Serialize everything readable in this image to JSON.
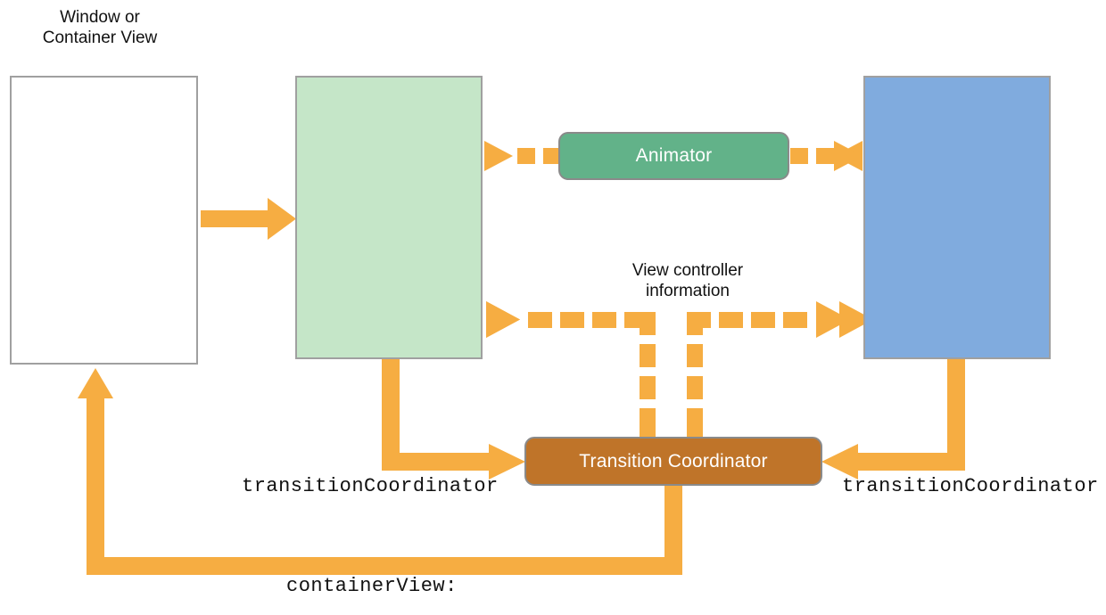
{
  "diagram": {
    "title_hidden": "UIKit view controller transition diagram",
    "background": "#ffffff",
    "colors": {
      "arrow_orange": "#f6ad42",
      "from_vc_green": "#c5e6c8",
      "to_vc_blue": "#80abde",
      "animator_green": "#62b289",
      "coordinator_brown": "#bf7429",
      "box_border_gray": "#a0a0a0",
      "text_black": "#111111",
      "pill_text_white": "#ffffff"
    },
    "boxes": {
      "window": {
        "label": "",
        "fill": "#ffffff"
      },
      "from_view_controller": {
        "label": "",
        "fill": "#c5e6c8"
      },
      "to_view_controller": {
        "label": "",
        "fill": "#80abde"
      },
      "animator": {
        "label": "Animator",
        "fill": "#62b289"
      },
      "transition_coordinator": {
        "label": "Transition Coordinator",
        "fill": "#bf7429"
      }
    },
    "captions": {
      "window_caption": "Window or\nContainer View",
      "view_controller_information": "View controller\ninformation",
      "transition_coordinator_left": "transitionCoordinator",
      "transition_coordinator_right": "transitionCoordinator",
      "container_view": "containerView:"
    },
    "connections": [
      {
        "name": "window-to-from-vc",
        "style": "solid",
        "heads": "single-right"
      },
      {
        "name": "animator-to-from-vc",
        "style": "dashed",
        "heads": "single-left"
      },
      {
        "name": "animator-to-to-vc",
        "style": "dashed",
        "heads": "single-right"
      },
      {
        "name": "vc-information-bus",
        "style": "dashed",
        "heads": "double-both"
      },
      {
        "name": "from-vc-to-coordinator",
        "style": "solid",
        "heads": "single-right"
      },
      {
        "name": "to-vc-to-coordinator",
        "style": "solid",
        "heads": "single-left"
      },
      {
        "name": "coordinator-to-window",
        "style": "solid",
        "heads": "single-up"
      },
      {
        "name": "information-branch-left",
        "style": "dashed",
        "heads": "none"
      },
      {
        "name": "information-branch-right",
        "style": "dashed",
        "heads": "none"
      }
    ]
  }
}
